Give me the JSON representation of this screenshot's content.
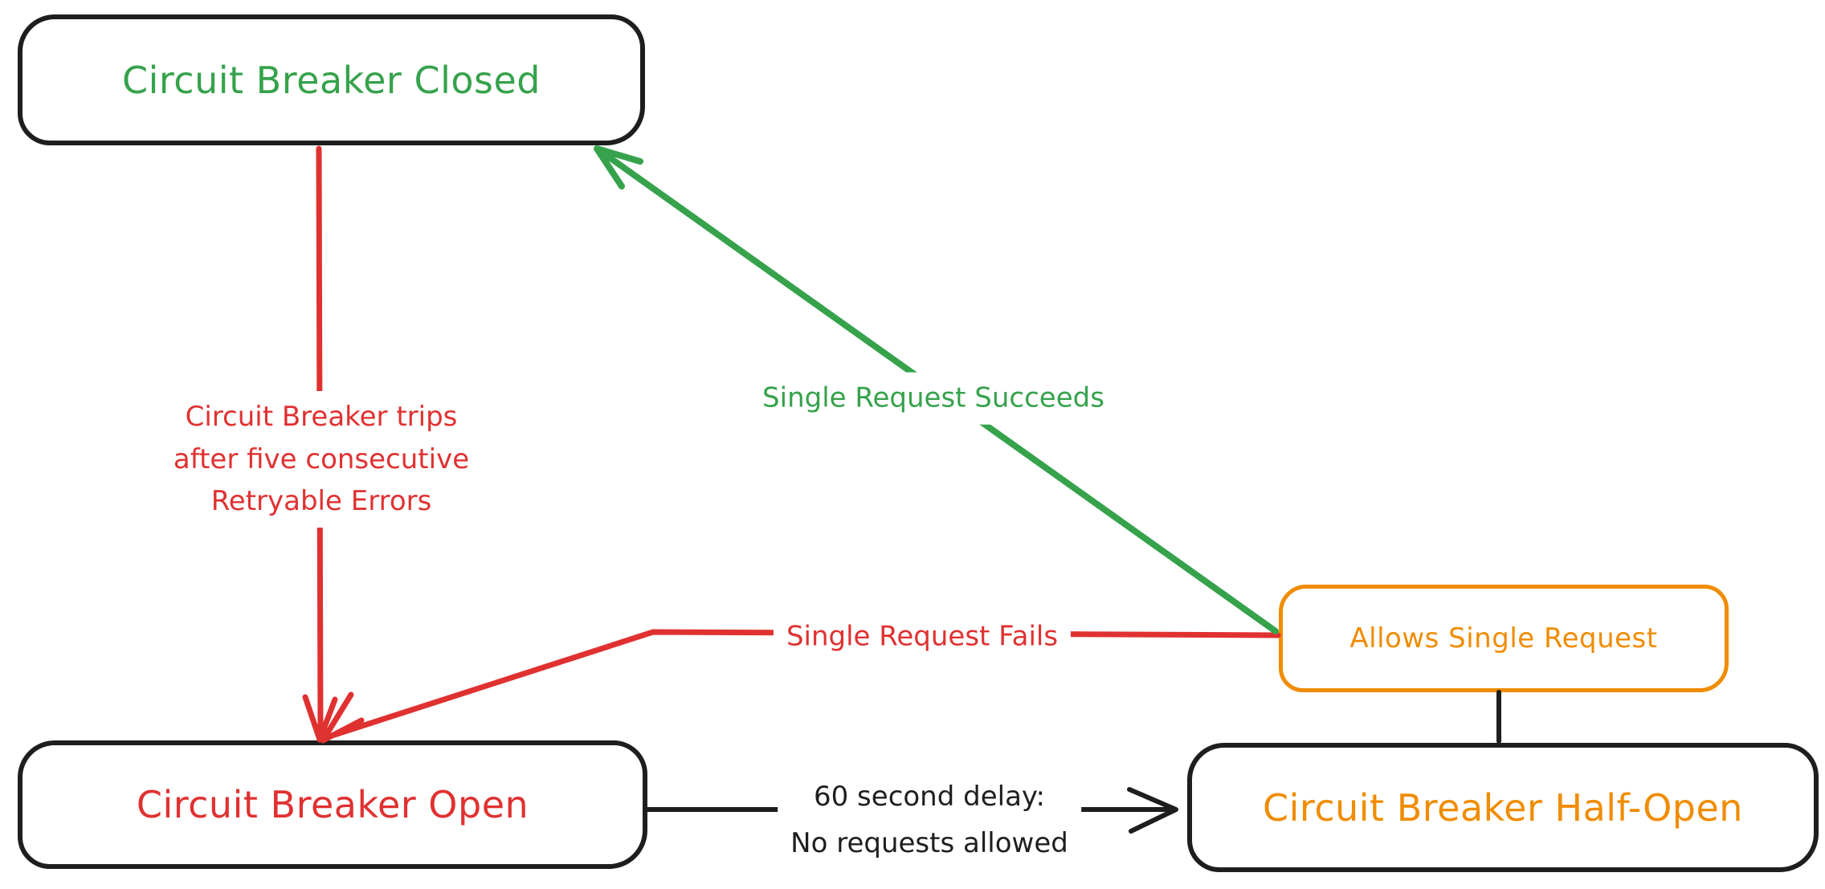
{
  "colors": {
    "green": "#36a24c",
    "red": "#e03131",
    "orange": "#f08c00",
    "ink": "#1e1e1e"
  },
  "nodes": {
    "closed": {
      "label": "Circuit Breaker Closed"
    },
    "open": {
      "label": "Circuit Breaker Open"
    },
    "half_open": {
      "label": "Circuit Breaker Half-Open"
    },
    "allows": {
      "label": "Allows Single Request"
    }
  },
  "edges": {
    "trip": {
      "label_lines": [
        "Circuit Breaker trips",
        "after five consecutive",
        "Retryable Errors"
      ]
    },
    "succeed": {
      "label": "Single Request Succeeds"
    },
    "fail": {
      "label": "Single Request Fails"
    },
    "delay": {
      "label_lines": [
        "60 second delay:",
        "No requests allowed"
      ]
    }
  }
}
